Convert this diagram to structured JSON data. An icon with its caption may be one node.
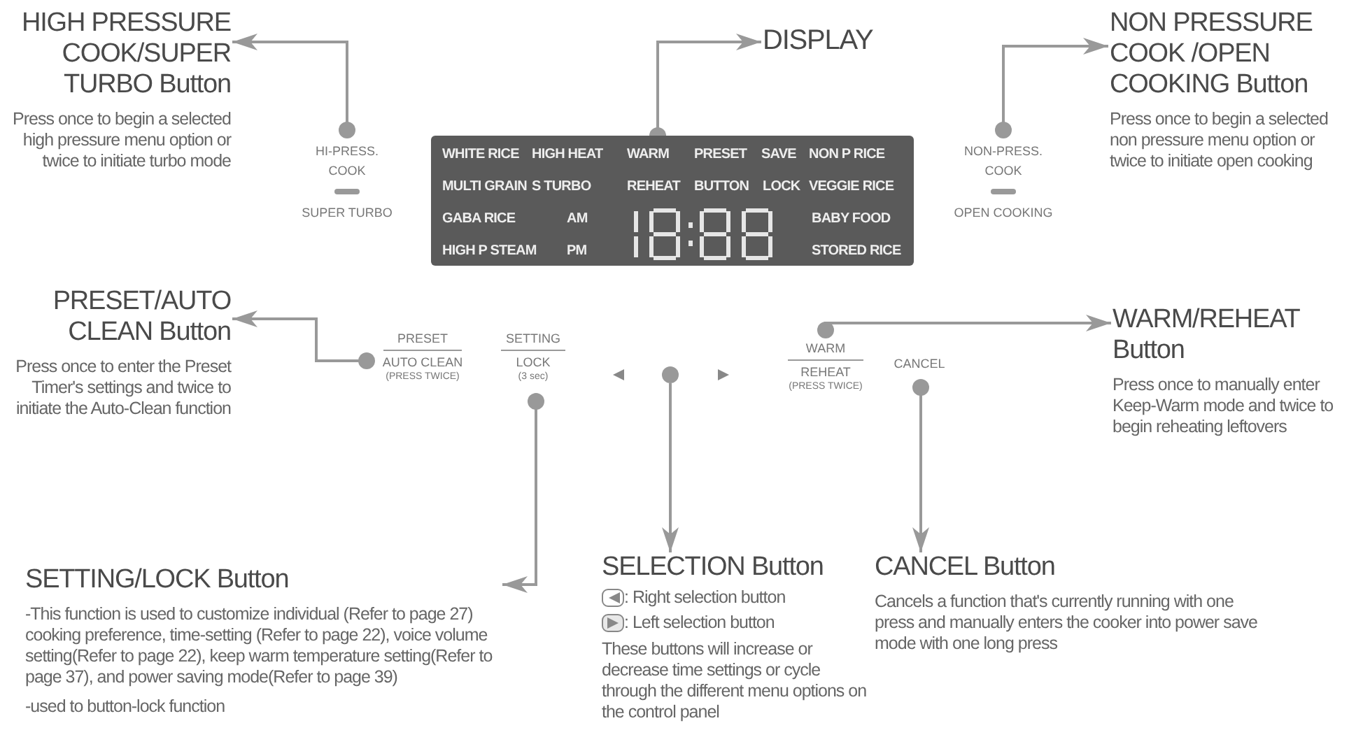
{
  "diagram": {
    "nodes": [
      {
        "text": [
          "HIGH PRESSURE COOK/SUPER TURBO Button",
          "Press once to begin a selected high pressure menu option or twice to initiate turbo mode"
        ]
      },
      {
        "text": [
          "DISPLAY"
        ]
      },
      {
        "text": [
          "NON PRESSURE COOK /OPEN COOKING Button",
          "Press once to begin a selected non pressure menu option or twice to initiate open cooking"
        ]
      },
      {
        "text": [
          "PRESET/AUTO CLEAN Button",
          "Press once to enter the Preset Timer's settings and twice to initiate the Auto-Clean function"
        ]
      },
      {
        "text": [
          "WARM/REHEAT Button",
          "Press once to manually enter Keep-Warm mode and twice to begin reheating leftovers"
        ]
      },
      {
        "text": [
          "SETTING/LOCK Button",
          "-This function is used to customize individual (Refer to page 27) cooking preference, time-setting (Refer to page 22), voice volume setting(Refer to page 22), keep warm temperature setting(Refer to page 37), and power saving mode(Refer to page 39)",
          "-used to button-lock function"
        ]
      },
      {
        "text": [
          "SELECTION Button",
          ": Right selection button",
          ": Left selection button",
          "These buttons will increase or decrease time settings or cycle through the different menu options on the control panel"
        ]
      },
      {
        "text": [
          "CANCEL Button",
          "Cancels a function that's currently running with one press and manually enters the cooker into power save mode with one long press"
        ]
      },
      {
        "text": [
          "HI-PRESS. COOK",
          "SUPER TURBO"
        ]
      },
      {
        "text": [
          "WHITE RICE",
          "HIGH HEAT",
          "WARM",
          "PRESET",
          "SAVE",
          "NON P RICE",
          "MULTI GRAIN",
          "S TURBO",
          "REHEAT",
          "BUTTON",
          "LOCK",
          "VEGGIE RICE",
          "GABA RICE",
          "AM",
          "BABY FOOD",
          "HIGH P STEAM",
          "PM",
          "STORED RICE"
        ]
      },
      {
        "text": [
          "NON-PRESS. COOK",
          "OPEN COOKING"
        ]
      },
      {
        "text": [
          "PRESET",
          "AUTO CLEAN",
          "(PRESS TWICE)"
        ]
      },
      {
        "text": [
          "SETTING",
          "LOCK",
          "(3 sec)"
        ]
      },
      {
        "text": [],
        "shape": "circle"
      },
      {
        "text": [
          "WARM",
          "REHEAT",
          "(PRESS TWICE)"
        ]
      },
      {
        "text": [
          "CANCEL"
        ]
      }
    ],
    "edges": [
      {
        "from": 8,
        "to": 0,
        "arrow": "to"
      },
      {
        "from": 9,
        "to": 1,
        "arrow": "to"
      },
      {
        "from": 10,
        "to": 2,
        "arrow": "to"
      },
      {
        "from": 11,
        "to": 3,
        "arrow": "to"
      },
      {
        "from": 14,
        "to": 4,
        "arrow": "to"
      },
      {
        "from": 12,
        "to": 5,
        "arrow": "to"
      },
      {
        "from": 13,
        "to": 6,
        "arrow": "to"
      },
      {
        "from": 15,
        "to": 7,
        "arrow": "to"
      }
    ]
  }
}
